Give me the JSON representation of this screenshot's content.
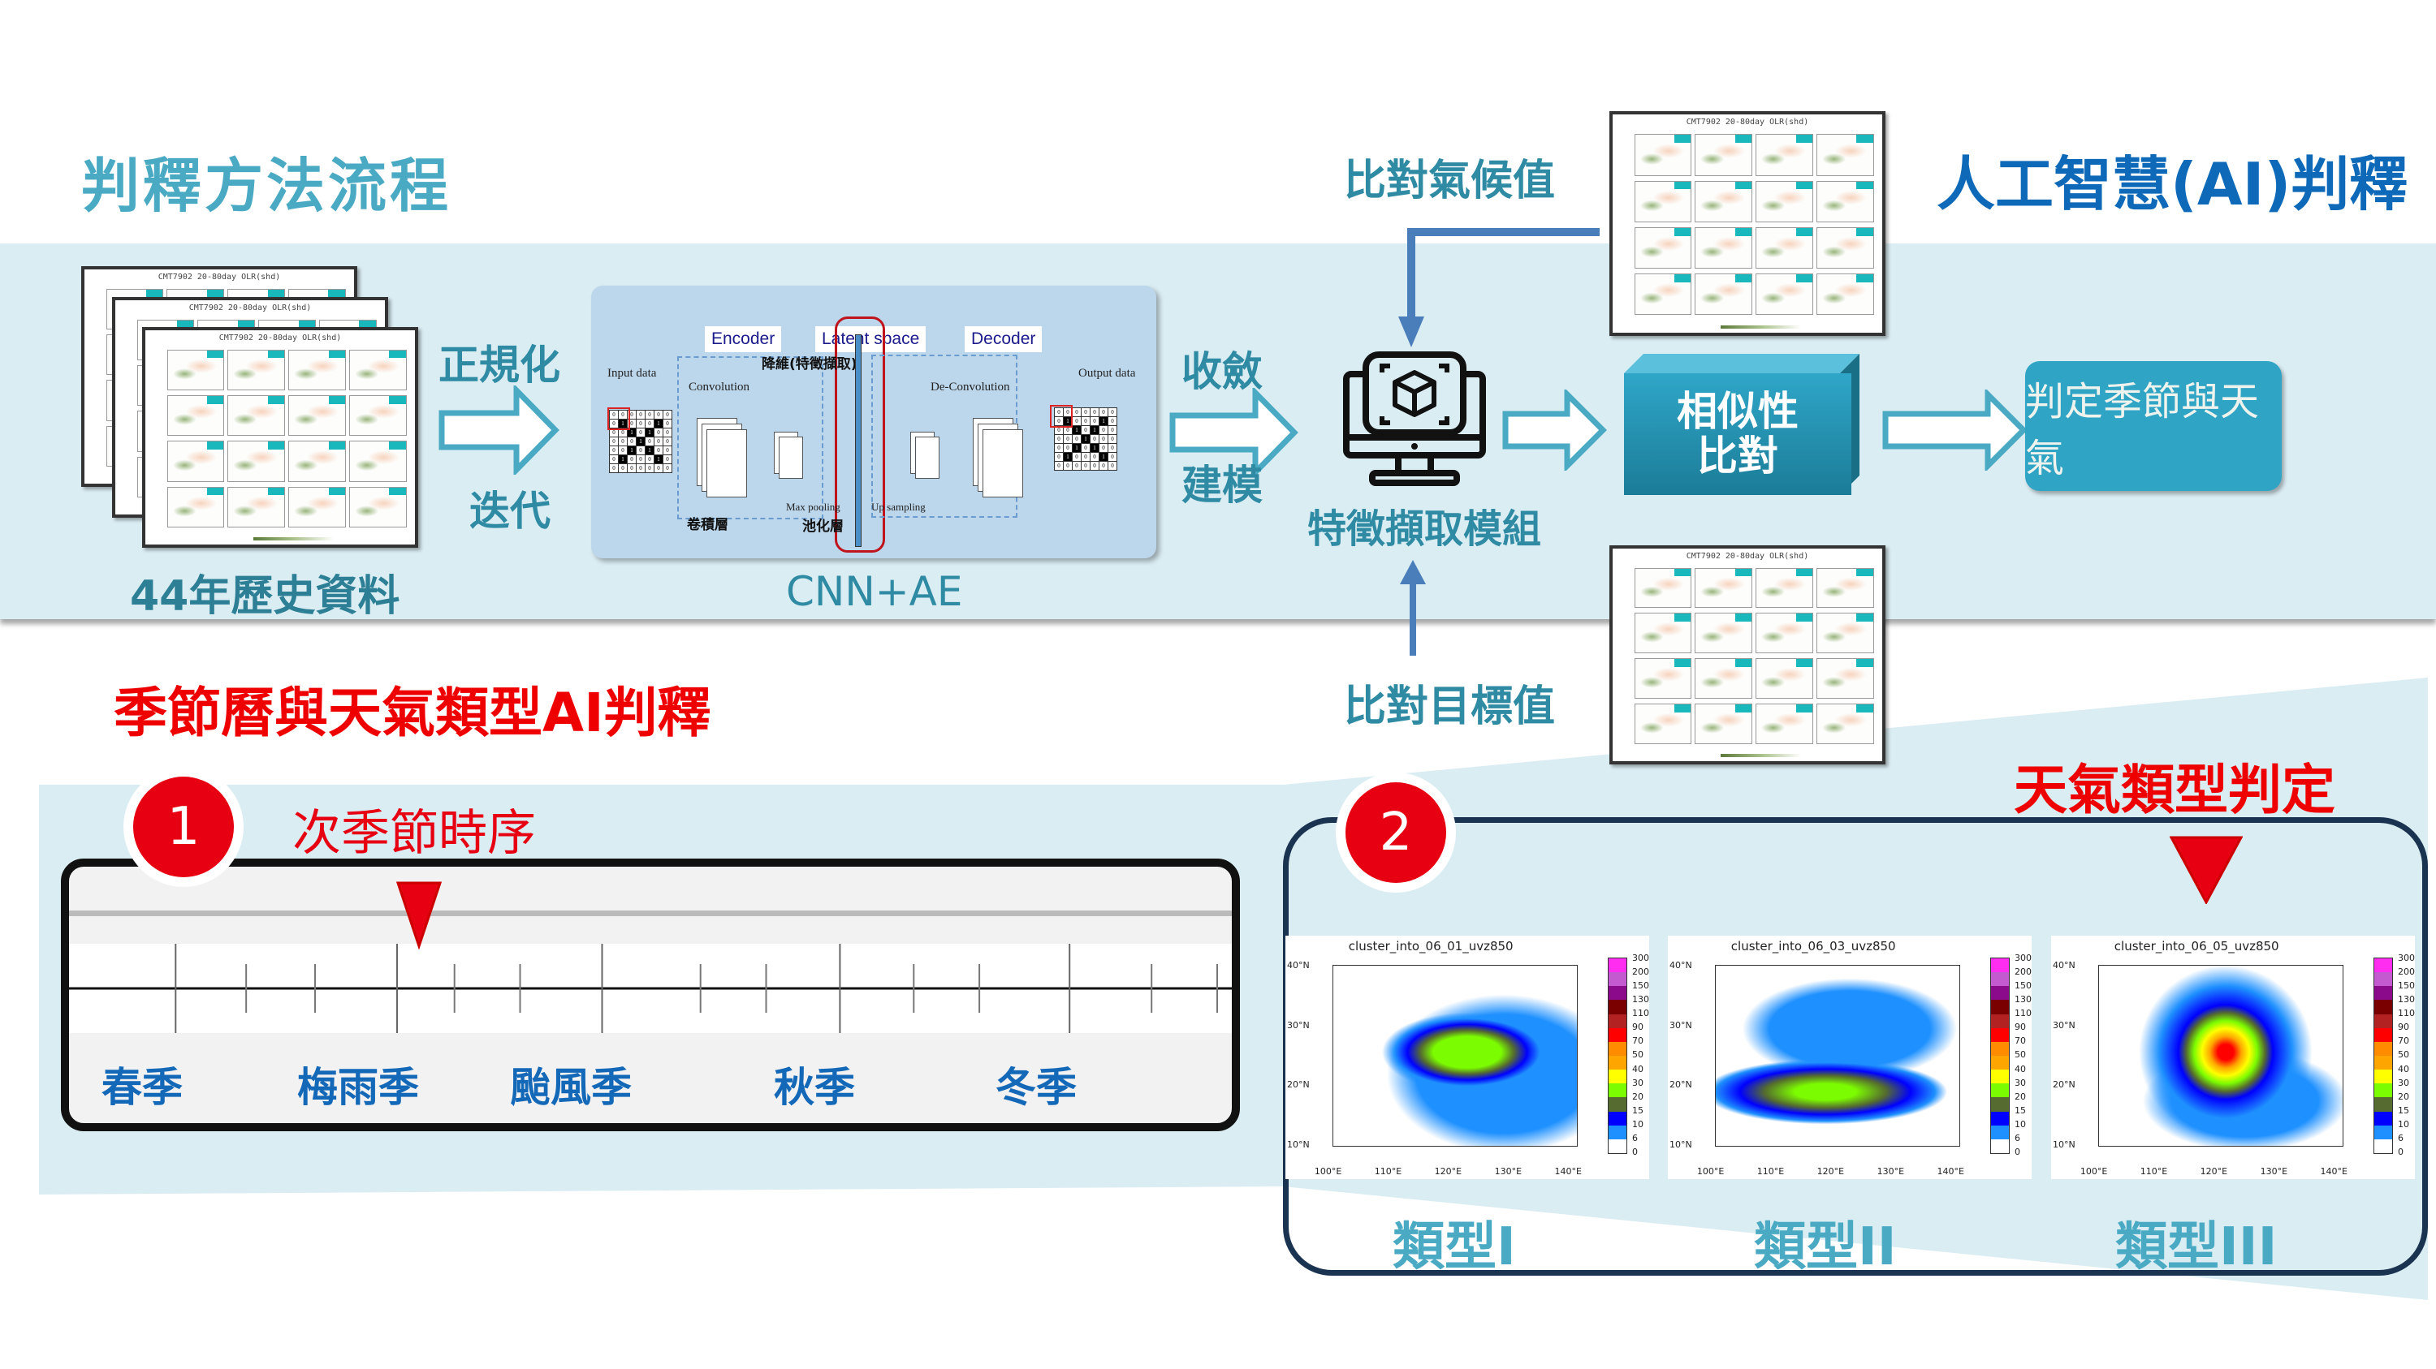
{
  "header": {
    "left_title": "判釋方法流程",
    "right_title": "人工智慧(AI)判釋"
  },
  "pipeline": {
    "historical_data": {
      "label": "44年歷史資料",
      "sheet_title": "CMT7902 20-80day OLR(shd)"
    },
    "step_arrow_1": {
      "top_label": "正規化",
      "bottom_label": "迭代"
    },
    "cnn": {
      "caption": "CNN+AE",
      "encoder": "Encoder",
      "latent": "Latent space",
      "decoder": "Decoder",
      "input_label": "Input data",
      "output_label": "Output data",
      "convolution": "Convolution",
      "deconvolution": "De-Convolution",
      "max_pooling": "Max pooling",
      "upsampling": "Up sampling",
      "dim_reduction": "降維(特徵擷取)",
      "conv_layer": "卷積層",
      "pool_layer": "池化層",
      "input_matrix": [
        [
          0,
          0,
          0,
          0,
          0,
          0,
          0
        ],
        [
          0,
          1,
          0,
          0,
          0,
          1,
          0
        ],
        [
          0,
          0,
          1,
          0,
          1,
          0,
          0
        ],
        [
          0,
          0,
          0,
          1,
          0,
          0,
          0
        ],
        [
          0,
          0,
          1,
          0,
          1,
          0,
          0
        ],
        [
          0,
          1,
          0,
          0,
          0,
          1,
          0
        ],
        [
          0,
          0,
          0,
          0,
          0,
          0,
          0
        ]
      ]
    },
    "step_arrow_2": {
      "top_label": "收斂",
      "bottom_label": "建模"
    },
    "feature_module": {
      "label": "特徵擷取模組",
      "icon": "computer-cube-icon"
    },
    "climate_compare": {
      "label": "比對氣候值"
    },
    "target_compare": {
      "label": "比對目標值"
    },
    "similarity": {
      "line1": "相似性",
      "line2": "比對"
    },
    "decision": {
      "label": "判定季節與天氣"
    }
  },
  "section2": {
    "title": "季節曆與天氣類型AI判釋"
  },
  "subseasonal": {
    "badge": "1",
    "title": "次季節時序",
    "seasons": [
      "春季",
      "梅雨季",
      "颱風季",
      "秋季",
      "冬季"
    ],
    "marker_season": "梅雨季"
  },
  "weather_types": {
    "badge": "2",
    "title": "天氣類型判定",
    "selected_index": 2,
    "maps": [
      {
        "title": "cluster_into_06_01_uvz850",
        "label": "類型I"
      },
      {
        "title": "cluster_into_06_03_uvz850",
        "label": "類型II"
      },
      {
        "title": "cluster_into_06_05_uvz850",
        "label": "類型III"
      }
    ],
    "lat_ticks": [
      "40°N",
      "30°N",
      "20°N",
      "10°N"
    ],
    "lon_ticks": [
      "100°E",
      "110°E",
      "120°E",
      "130°E",
      "140°E"
    ],
    "colorbar_ticks": [
      "300",
      "200",
      "150",
      "130",
      "110",
      "90",
      "70",
      "50",
      "40",
      "30",
      "20",
      "15",
      "10",
      "6",
      "0"
    ],
    "colorbar_colors": [
      "#ff2df0",
      "#c35ad0",
      "#8b0a8b",
      "#7a0000",
      "#b22222",
      "#ff0000",
      "#ff8c00",
      "#ffa500",
      "#ffff00",
      "#7cfc00",
      "#556b2f",
      "#0000ff",
      "#1e90ff",
      "#ffffff"
    ]
  }
}
